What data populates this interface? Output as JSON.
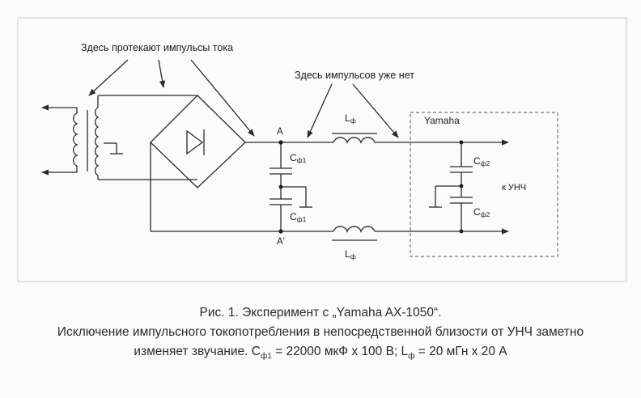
{
  "annotations": {
    "current_pulses": "Здесь протекают импульсы тока",
    "no_pulses": "Здесь импульсов уже нет"
  },
  "labels": {
    "node_a": "A",
    "node_a_prime": "A'",
    "cap_main": "С",
    "cap_main_sub": "ф1",
    "cap_yamaha": "С",
    "cap_yamaha_sub": "ф2",
    "inductor": "L",
    "inductor_sub": "ф",
    "yamaha": "Yamaha",
    "to_amp": "к УНЧ"
  },
  "caption": {
    "line1": "Рис. 1. Эксперимент с „Yamaha AX-1050“.",
    "line2": "Исключение импульсного токопотребления  в непосредственной близости от УНЧ заметно",
    "line3_a": "изменяет звучание. С",
    "line3_sub1": "ф1",
    "line3_b": " =  22000 мкФ х 100 В; L",
    "line3_sub2": "ф",
    "line3_c": " = 20 мГн х 20 А"
  }
}
